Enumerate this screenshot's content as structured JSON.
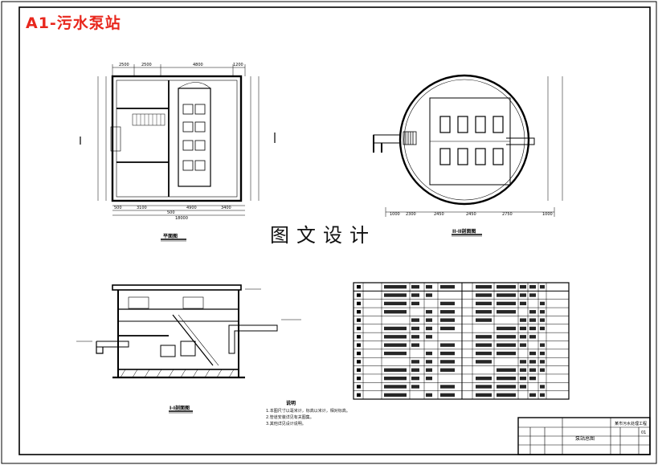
{
  "header": {
    "title": "A1-污水泵站"
  },
  "watermark": {
    "text": "图文设计"
  },
  "plan": {
    "top_dims": [
      "2500",
      "2500",
      "4800",
      "1200"
    ],
    "bottom_dims": [
      "500",
      "3100",
      "4900",
      "3400"
    ],
    "total_dim": "18000",
    "total_dim2": "500",
    "caption": "平面图"
  },
  "circle_view": {
    "bottom_dims": [
      "1000",
      "2300",
      "2450",
      "2450",
      "2750",
      "1000"
    ],
    "caption": "II-II剖面图"
  },
  "section_view": {
    "caption": "I-I剖面图"
  },
  "notes": {
    "title": "说明",
    "lines": [
      "1.本图尺寸以毫米计，标高以米计，相对标高。",
      "2.管道安装详见有关图集。",
      "3.其他详见设计说明。"
    ]
  },
  "title_block": {
    "project": "某市污水处理工程",
    "drawing": "泵站总图",
    "sheet_no": "01"
  }
}
